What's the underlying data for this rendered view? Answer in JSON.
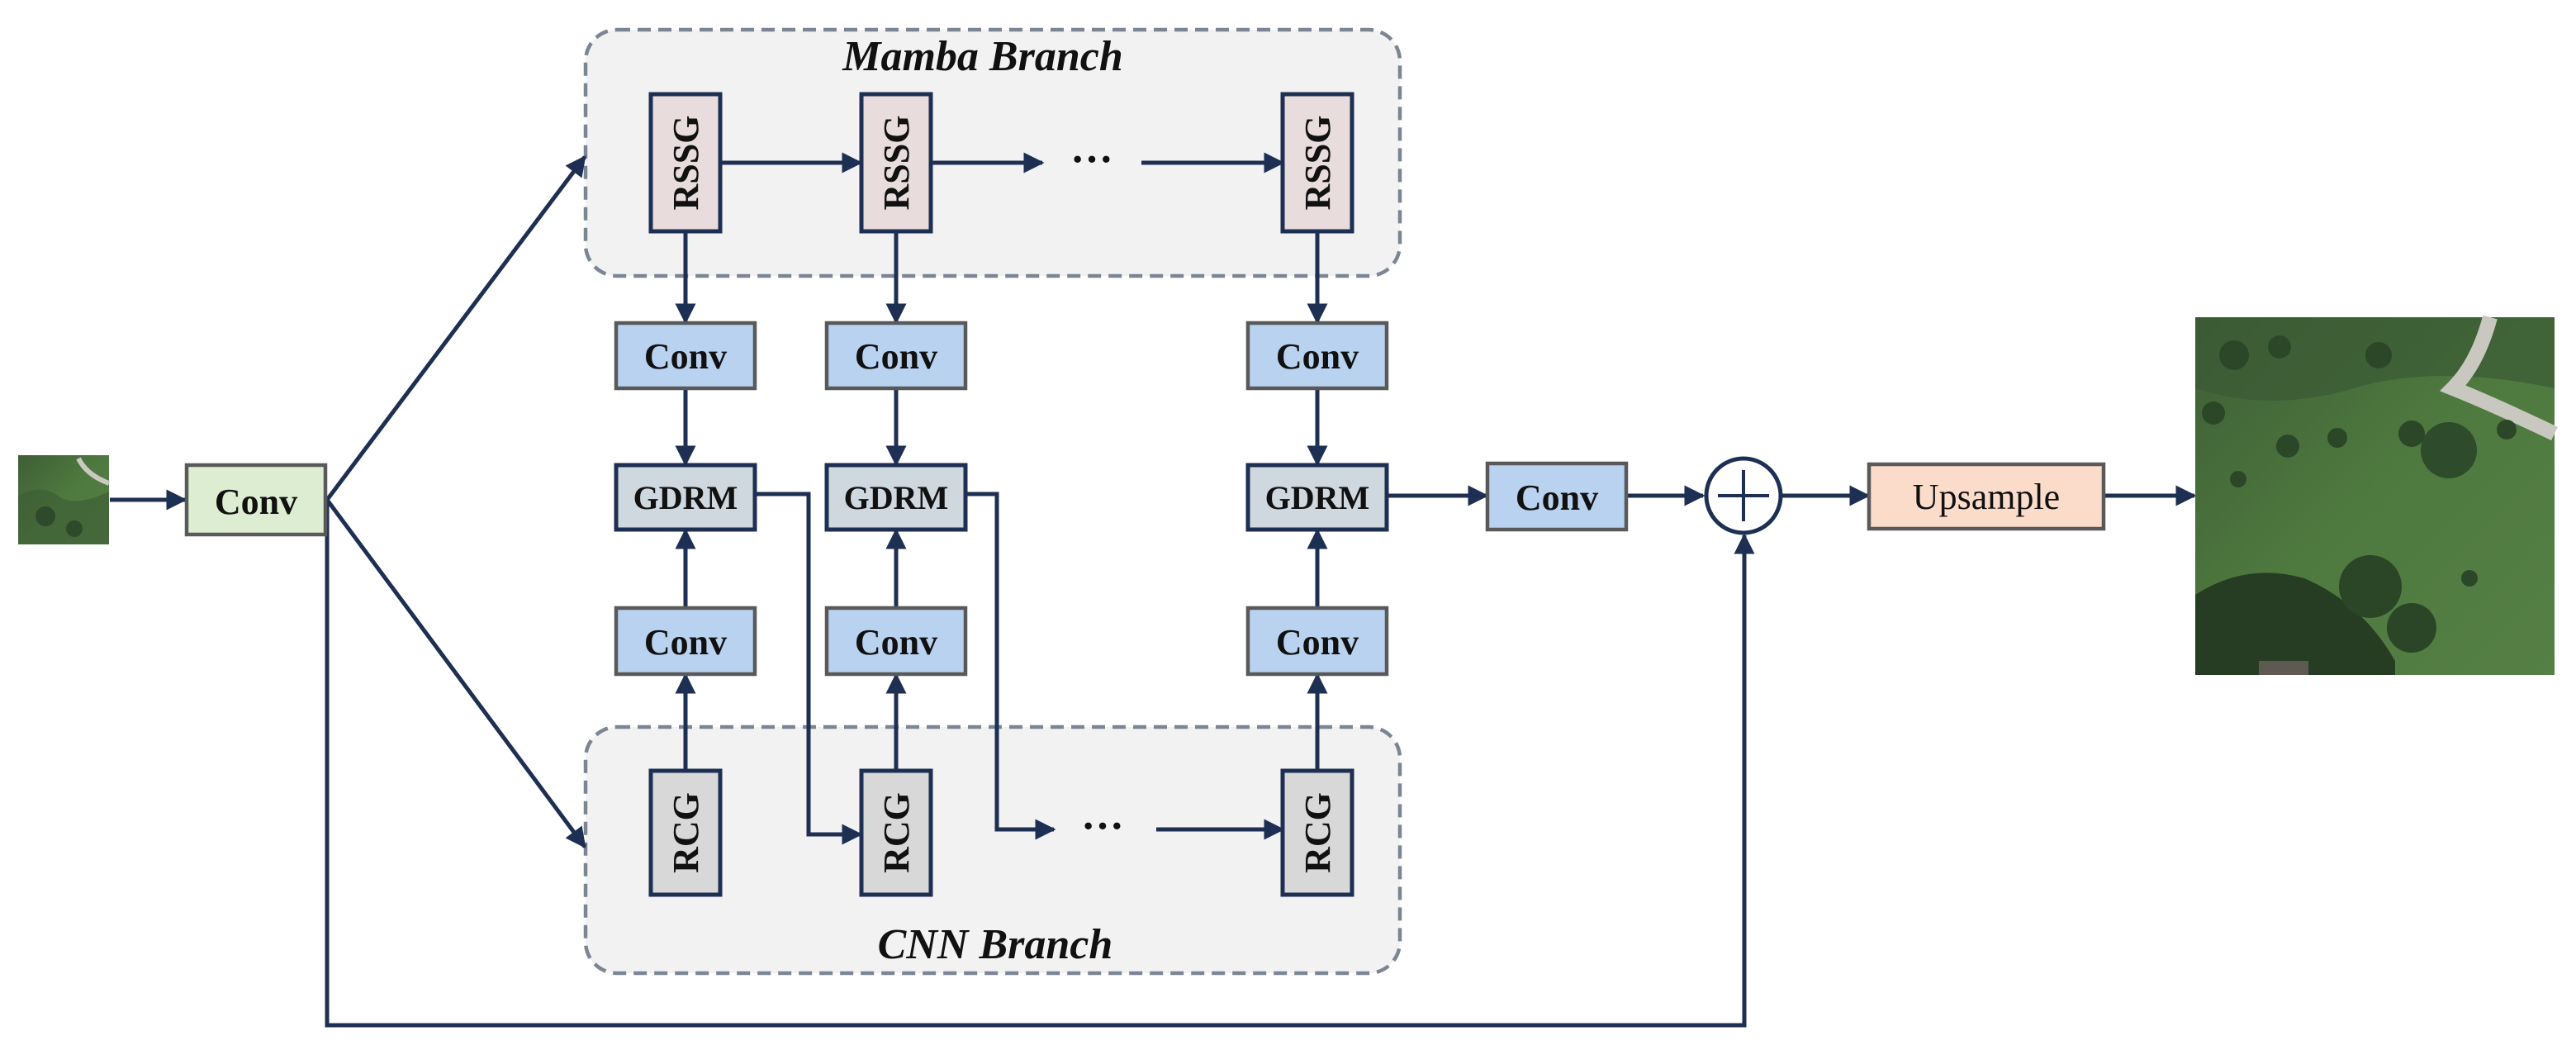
{
  "colors": {
    "line": "#1d2f52",
    "conv_blue": "#b8d2f0",
    "conv_green": "#ddedd1",
    "gdrm": "#cfd8df",
    "rssg": "#e8dcdc",
    "rcg": "#d8d8d8",
    "upsample": "#fbdccb",
    "branch_bg": "#f2f2f2",
    "branch_border": "#7c8594"
  },
  "branches": {
    "mamba": "Mamba Branch",
    "cnn": "CNN Branch"
  },
  "blocks": {
    "input_conv": "Conv",
    "rssg": "RSSG",
    "rcg": "RCG",
    "conv": "Conv",
    "gdrm": "GDRM",
    "fusion_conv": "Conv",
    "upsample": "Upsample",
    "ellipsis": "···"
  },
  "icons": {
    "add": "plus-circle-icon",
    "input_image": "aerial-lowres-image",
    "output_image": "aerial-highres-image"
  }
}
